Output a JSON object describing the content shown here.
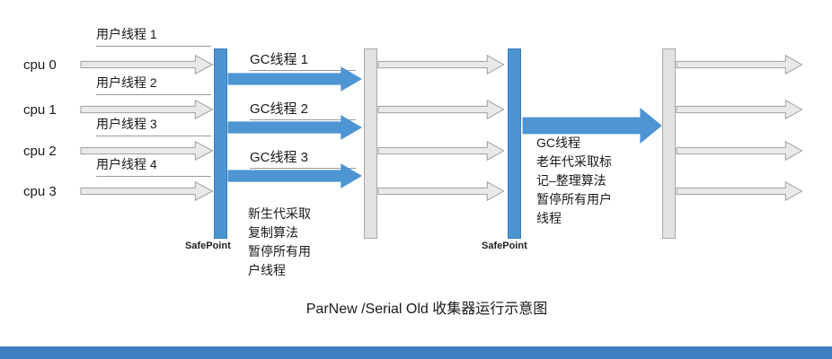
{
  "diagram": {
    "cpu_labels": [
      "cpu 0",
      "cpu 1",
      "cpu 2",
      "cpu 3"
    ],
    "user_thread_labels": [
      "用户线程 1",
      "用户线程 2",
      "用户线程 3",
      "用户线程 4"
    ],
    "gc_thread_labels": [
      "GC线程 1",
      "GC线程 2",
      "GC线程 3"
    ],
    "safepoint_label_1": "SafePoint",
    "safepoint_label_2": "SafePoint",
    "minor_gc_note": "新生代采取\n复制算法\n暂停所有用\n户线程",
    "major_gc_note": "GC线程\n老年代采取标\n记–整理算法\n暂停所有用户\n线程",
    "caption": "ParNew /Serial Old 收集器运行示意图",
    "colors": {
      "arrow_blue": "#4e95d4",
      "arrow_gray_fill": "#e9e9e9",
      "arrow_gray_border": "#9f9f9f",
      "bar_blue": "#4b93d1",
      "bar_gray": "#e2e2e2",
      "bottom_bar": "#3e7fc1"
    }
  }
}
